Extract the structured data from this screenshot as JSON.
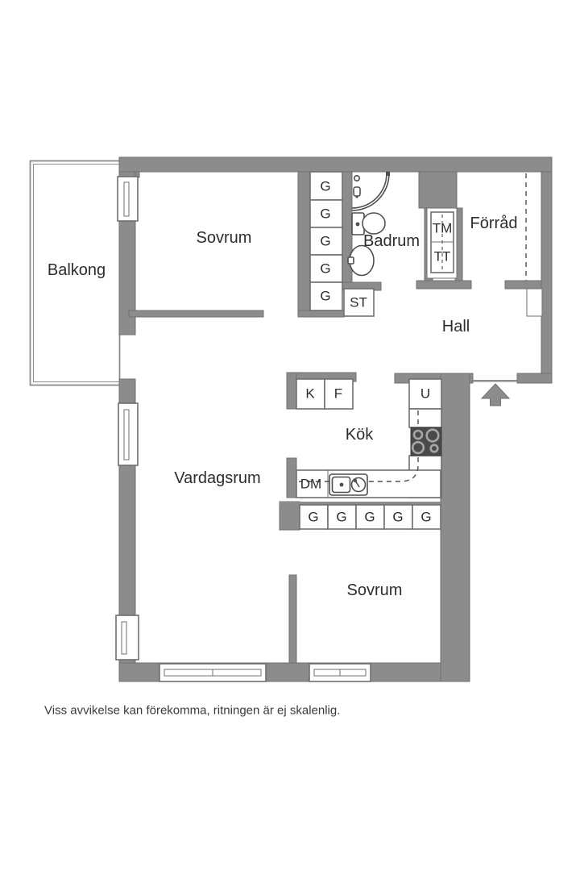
{
  "rooms": {
    "balcony": "Balkong",
    "bedroom_top": "Sovrum",
    "bathroom": "Badrum",
    "storage": "Förråd",
    "hall": "Hall",
    "kitchen": "Kök",
    "living_room": "Vardagsrum",
    "bedroom_bottom": "Sovrum"
  },
  "units": {
    "wardrobe": "G",
    "fridge": "K",
    "freezer": "F",
    "oven": "U",
    "dishwasher": "DM",
    "washing_machine": "TM",
    "tumble_dryer": "TT",
    "cleaning_closet": "ST"
  },
  "footer": {
    "note": "Viss avvikelse kan förekomma, ritningen är ej skalenlig."
  },
  "colors": {
    "wall": "#8c8c8c",
    "wall-edge": "#707070",
    "line": "#6f6f6f",
    "fixture": "#4f4f4f",
    "stove": "#4a4a4a",
    "burner": "#a6a6a6",
    "text": "#2d2d2d"
  }
}
